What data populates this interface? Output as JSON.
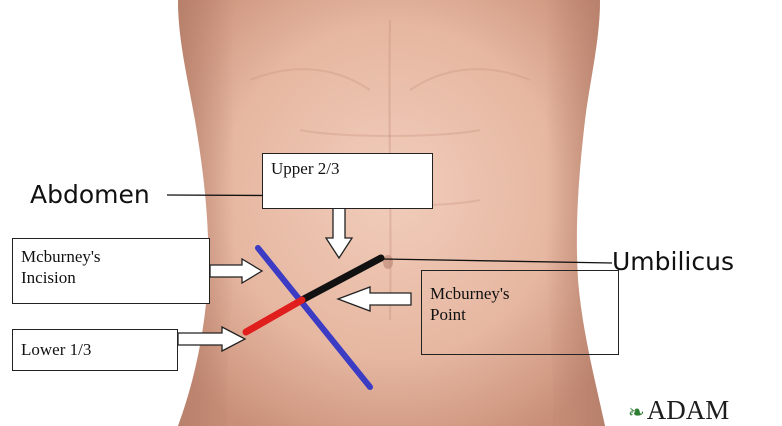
{
  "labels": {
    "abdomen": "Abdomen",
    "umbilicus": "Umbilicus",
    "upper": "Upper 2/3",
    "incision": [
      "Mcburney's",
      "Incision"
    ],
    "point": [
      "Mcburney's",
      "Point"
    ],
    "lower": "Lower 1/3"
  },
  "logo": {
    "text": "ADAM",
    "icon": "ivy-leaf-icon"
  },
  "colors": {
    "incision_line": "#3b3bc4",
    "upper_segment": "#111111",
    "lower_segment": "#e01e1e",
    "skin": "#e4b9a4"
  }
}
